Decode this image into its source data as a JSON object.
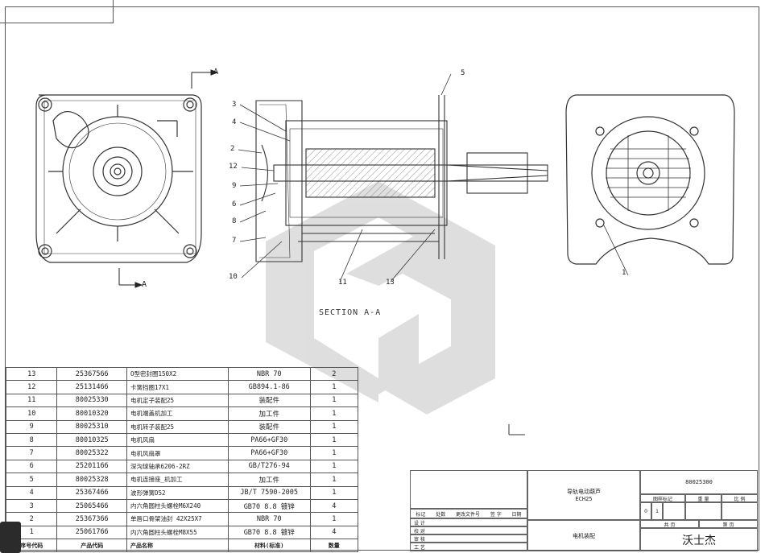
{
  "drawing": {
    "section_label": "SECTION A-A",
    "view_label_top": "A",
    "view_label_bottom": "A",
    "callouts_left": [
      "3",
      "4",
      "2",
      "12",
      "9",
      "6",
      "8",
      "7",
      "10"
    ],
    "callouts_bottom": [
      "11",
      "13"
    ],
    "callout_top": "5",
    "callout_right": "1"
  },
  "bom": {
    "rows": [
      {
        "no": "13",
        "code": "25367566",
        "name": "O型密封圈150X2",
        "spec": "NBR 70",
        "qty": "2"
      },
      {
        "no": "12",
        "code": "25131466",
        "name": "卡簧挡圈17X1",
        "spec": "GB894.1-86",
        "qty": "1"
      },
      {
        "no": "11",
        "code": "80025330",
        "name": "电机定子装配25",
        "spec": "装配件",
        "qty": "1"
      },
      {
        "no": "10",
        "code": "80010320",
        "name": "电机端盖机加工",
        "spec": "加工件",
        "qty": "1"
      },
      {
        "no": "9",
        "code": "80025310",
        "name": "电机转子装配25",
        "spec": "装配件",
        "qty": "1"
      },
      {
        "no": "8",
        "code": "80010325",
        "name": "电机风扇",
        "spec": "PA66+GF30",
        "qty": "1"
      },
      {
        "no": "7",
        "code": "80025322",
        "name": "电机风扇罩",
        "spec": "PA66+GF30",
        "qty": "1"
      },
      {
        "no": "6",
        "code": "25201166",
        "name": "深沟球轴承6206-2RZ",
        "spec": "GB/T276-94",
        "qty": "1"
      },
      {
        "no": "5",
        "code": "80025328",
        "name": "电机连接座_机加工",
        "spec": "加工件",
        "qty": "1"
      },
      {
        "no": "4",
        "code": "25367466",
        "name": "波形弹簧D52",
        "spec": "JB/T 7590-2005",
        "qty": "1"
      },
      {
        "no": "3",
        "code": "25065466",
        "name": "内六角圆柱头螺栓M6X240",
        "spec": "GB70 8.8 镀锌",
        "qty": "4"
      },
      {
        "no": "2",
        "code": "25367366",
        "name": "单唇口骨架油封 42X25X7",
        "spec": "NBR 70",
        "qty": "1"
      },
      {
        "no": "1",
        "code": "25061766",
        "name": "内六角圆柱头螺栓M8X55",
        "spec": "GB70 8.8 镀锌",
        "qty": "4"
      }
    ],
    "header": {
      "no": "序号代码",
      "code": "产品代码",
      "name": "产品名称",
      "spec": "材料(标准)",
      "qty": "数量"
    }
  },
  "title_block": {
    "drawing_number": "80025300",
    "product_name_line1": "导轨电动葫芦",
    "product_name_line2": "ECH25",
    "assembly_name": "电机装配",
    "company": "沃士杰",
    "stage_label": "图样标记",
    "weight_label": "重 量",
    "scale_label": "比 例",
    "sheet_label": "共 页",
    "sheet_of_label": "第 页",
    "stage_values": [
      "0",
      "1"
    ],
    "rev_headers": [
      "标记",
      "处数",
      "更改文件号",
      "签 字",
      "日期"
    ],
    "sign_rows": [
      "设 计",
      "校 对",
      "审 核",
      "工 艺"
    ]
  },
  "colors": {
    "line": "#333333",
    "watermark": "#dcdcdc"
  }
}
